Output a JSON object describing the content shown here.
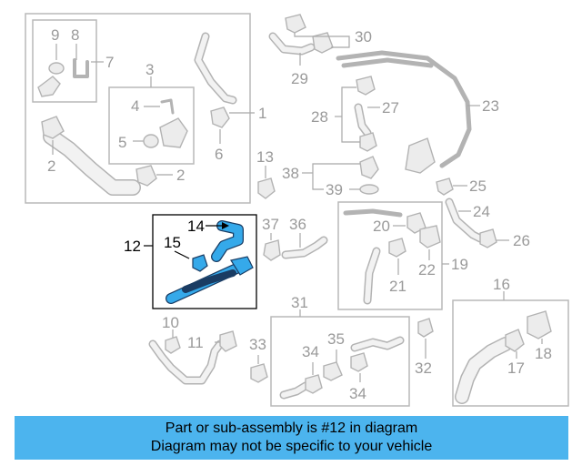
{
  "callouts": {
    "c9": "9",
    "c8": "8",
    "c7": "7",
    "c3": "3",
    "c4": "4",
    "c5": "5",
    "c6": "6",
    "c1": "1",
    "c2a": "2",
    "c2b": "2",
    "c13": "13",
    "c30": "30",
    "c29": "29",
    "c28": "28",
    "c27": "27",
    "c23": "23",
    "c38": "38",
    "c39": "39",
    "c25": "25",
    "c24": "24",
    "c14": "14",
    "c12": "12",
    "c15": "15",
    "c37": "37",
    "c36": "36",
    "c20": "20",
    "c22": "22",
    "c19": "19",
    "c21": "21",
    "c26": "26",
    "c16": "16",
    "c17": "17",
    "c18": "18",
    "c31": "31",
    "c10": "10",
    "c11": "11",
    "c33": "33",
    "c34a": "34",
    "c35": "35",
    "c34b": "34",
    "c32": "32"
  },
  "colors": {
    "highlight": "#35a9ea",
    "banner": "#4cb4ee"
  },
  "banner": {
    "line1": "Part or sub-assembly is #12 in diagram",
    "line2": "Diagram may not be specific to your vehicle"
  }
}
